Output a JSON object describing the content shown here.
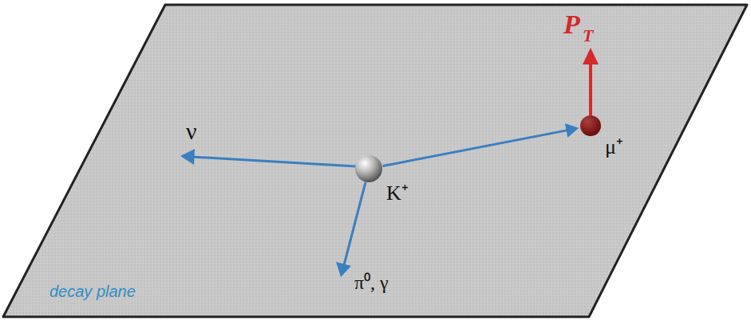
{
  "diagram": {
    "nodes": [
      {
        "text": [
          "K⁺"
        ]
      },
      {
        "text": [
          "μ⁺"
        ]
      }
    ],
    "edges": [
      {
        "from": 0,
        "to": 1,
        "arrow": "to"
      }
    ],
    "labels": [
      "ν",
      "π⁰, γ",
      "P",
      "T",
      "decay plane"
    ]
  }
}
